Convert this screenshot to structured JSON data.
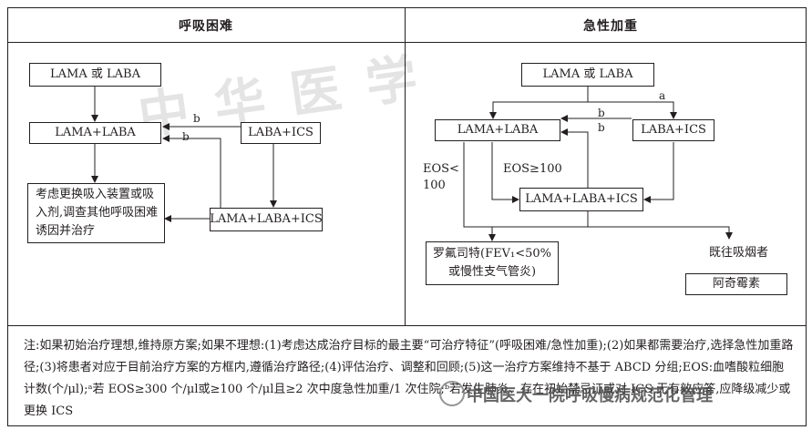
{
  "panels": {
    "left_title": "呼吸困难",
    "right_title": "急性加重"
  },
  "left": {
    "box_lama_or_laba": "LAMA 或 LABA",
    "box_lama_laba": "LAMA+LABA",
    "box_laba_ics": "LABA+ICS",
    "box_triple": "LAMA+LABA+ICS",
    "box_consider": "考虑更换吸入装置或吸入剂,调查其他呼吸困难诱因并治疗",
    "label_b1": "b",
    "label_b2": "b"
  },
  "right": {
    "box_lama_or_laba": "LAMA 或 LABA",
    "box_lama_laba": "LAMA+LABA",
    "box_laba_ics": "LABA+ICS",
    "box_triple": "LAMA+LABA+ICS",
    "box_roflumilast_line1": "罗氟司特(FEV₁<50%",
    "box_roflumilast_line2": "或慢性支气管炎)",
    "box_azithro": "阿奇霉素",
    "label_a": "a",
    "label_b1": "b",
    "label_b2": "b",
    "label_eos_lt": "EOS<",
    "label_eos_lt_val": "100",
    "label_eos_ge": "EOS≥100",
    "label_smoker": "既往吸烟者"
  },
  "note": "注:如果初始治疗理想,维持原方案;如果不理想:(1)考虑达成治疗目标的最主要“可治疗特征”(呼吸困难/急性加重);(2)如果都需要治疗,选择急性加重路径;(3)将患者对应于目前治疗方案的方框内,遵循治疗路径;(4)评估治疗、调整和回顾;(5)这一治疗方案维持不基于 ABCD 分组;EOS:血嗜酸粒细胞计数(个/μl);ᵃ若 EOS≥300 个/μl或≥100 个/μl且≥2 次中度急性加重/1 次住院;ᵇ若发生肺炎、存在初始禁忌证或对 ICS 无有效应答,应降级减少或更换 ICS",
  "watermark_text": "中华医学",
  "footer_mark": "中国医大一院呼吸慢病规范化管理"
}
